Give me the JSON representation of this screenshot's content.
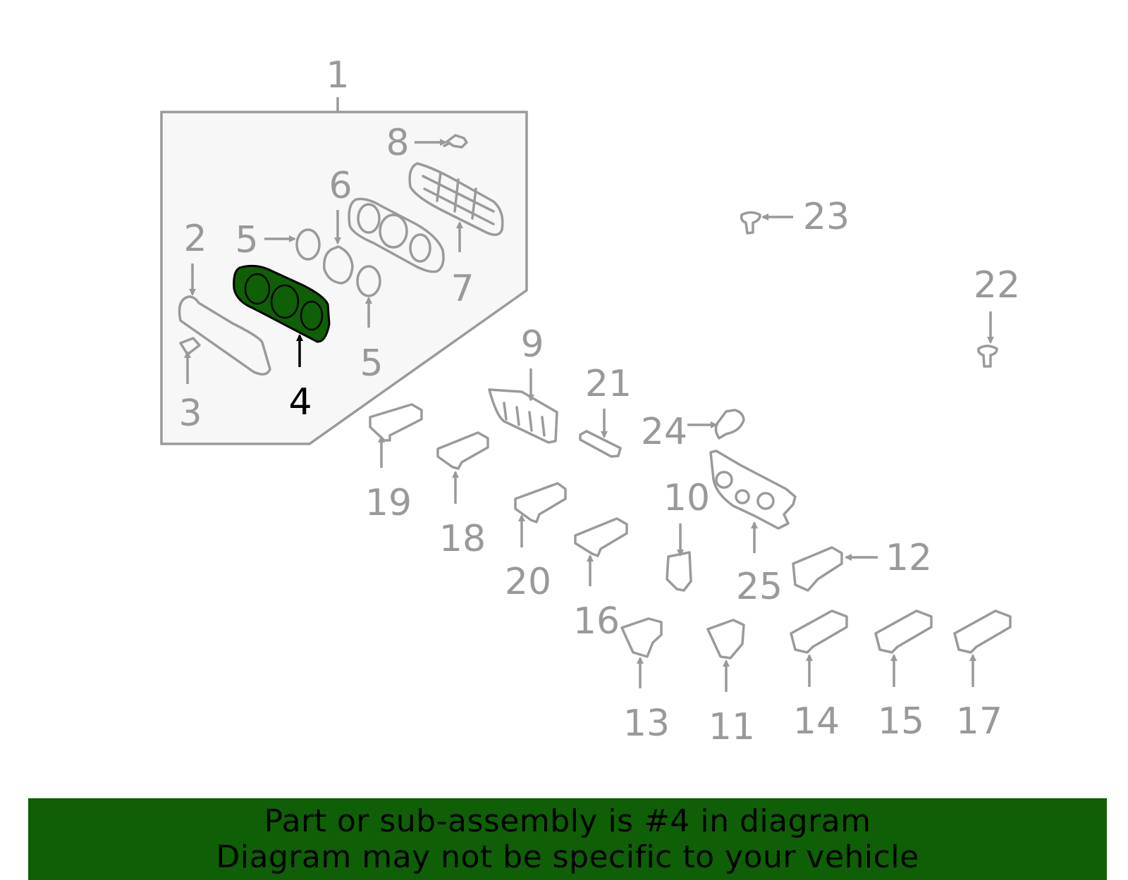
{
  "callouts": {
    "c1": "1",
    "c2": "2",
    "c3": "3",
    "c4": "4",
    "c5a": "5",
    "c5b": "5",
    "c6": "6",
    "c7": "7",
    "c8": "8",
    "c9": "9",
    "c10": "10",
    "c11": "11",
    "c12": "12",
    "c13": "13",
    "c14": "14",
    "c15": "15",
    "c16": "16",
    "c17": "17",
    "c18": "18",
    "c19": "19",
    "c20": "20",
    "c21": "21",
    "c22": "22",
    "c23": "23",
    "c24": "24",
    "c25": "25"
  },
  "highlight": {
    "part": "4",
    "color": "#0f5f06"
  },
  "banner": {
    "line1": "Part or sub-assembly is #4 in diagram",
    "line2": "Diagram may not be specific to your vehicle",
    "background": "#0f5f06"
  }
}
